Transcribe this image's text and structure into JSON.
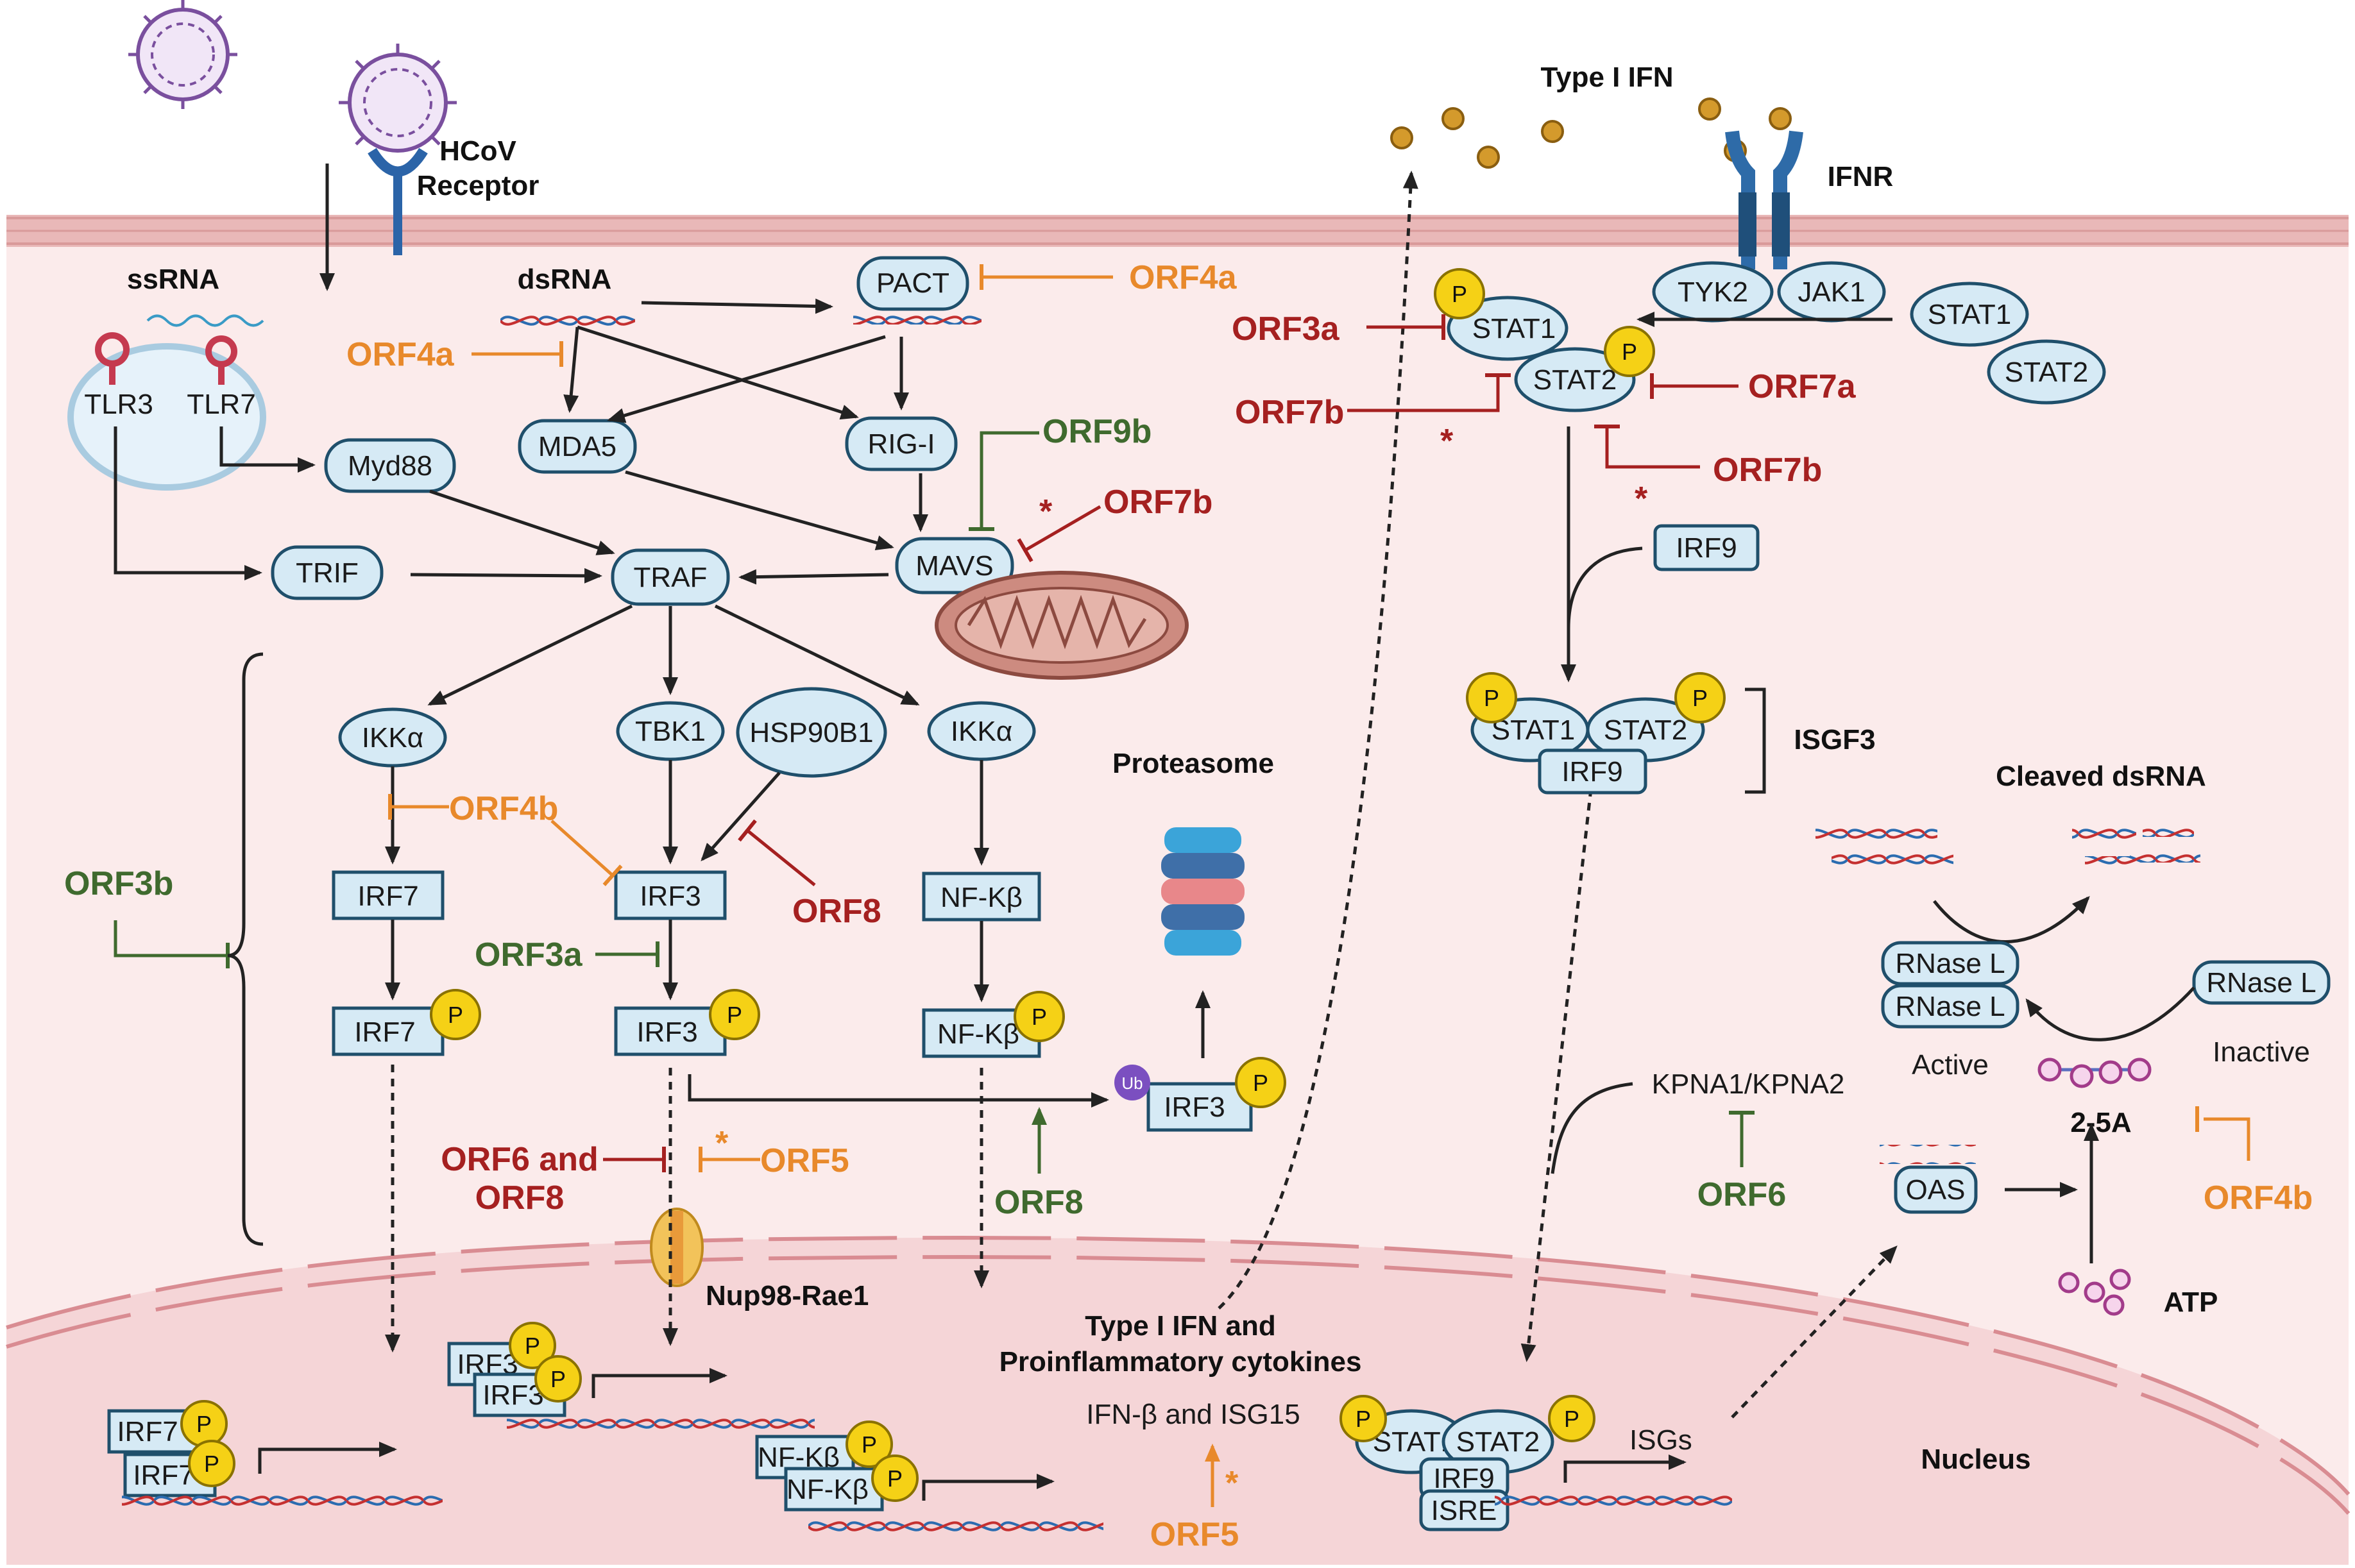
{
  "labels": {
    "hcov_receptor": [
      "HCoV",
      "Receptor"
    ],
    "ssrna": "ssRNA",
    "dsrna": "dsRNA",
    "type1ifn_top": "Type I IFN",
    "ifnr": "IFNR",
    "isgf3": "ISGF3",
    "cleaved_dsrna": "Cleaved dsRNA",
    "proteasome": "Proteasome",
    "active": "Active",
    "inactive": "Inactive",
    "atp": "ATP",
    "two5a": "2-5A",
    "nup98": "Nup98-Rae1",
    "type1ifn_cyto": [
      "Type I IFN and",
      "Proinflammatory cytokines"
    ],
    "ifnb_isg15": "IFN-β and ISG15",
    "isgs": "ISGs",
    "nucleus": "Nucleus",
    "kpna": "KPNA1/KPNA2"
  },
  "nodes": {
    "tlr3": "TLR3",
    "tlr7": "TLR7",
    "pact": "PACT",
    "mda5": "MDA5",
    "rigi": "RIG-I",
    "myd88": "Myd88",
    "trif": "TRIF",
    "traf": "TRAF",
    "mavs": "MAVS",
    "ikka1": "IKKα",
    "tbk1": "TBK1",
    "hsp90b1": "HSP90B1",
    "ikka2": "IKKα",
    "irf7": "IRF7",
    "irf3": "IRF3",
    "nfkb": "NF-Kβ",
    "irf7p": "IRF7",
    "irf3p": "IRF3",
    "nfkbp": "NF-Kβ",
    "irf3ub": "IRF3",
    "ub": "Ub",
    "tyk2": "TYK2",
    "jak1": "JAK1",
    "stat1_free": "STAT1",
    "stat2_free": "STAT2",
    "stat1_p": "STAT1",
    "stat2_p": "STAT2",
    "irf9": "IRF9",
    "isgf3_stat1": "STAT1",
    "isgf3_stat2": "STAT2",
    "isgf3_irf9": "IRF9",
    "rnasel_a1": "RNase L",
    "rnasel_a2": "RNase L",
    "rnasel_in": "RNase L",
    "oas": "OAS",
    "nuc_irf7a": "IRF7",
    "nuc_irf7b": "IRF7",
    "nuc_irf3a": "IRF3",
    "nuc_irf3b": "IRF3",
    "nuc_nfkba": "NF-Kβ",
    "nuc_nfkbb": "NF-Kβ",
    "nuc_stat1": "STAT1",
    "nuc_stat2": "STAT2",
    "nuc_irf9": "IRF9",
    "nuc_isre": "ISRE",
    "p": "P"
  },
  "orfs": {
    "orf4a_pact": "ORF4a",
    "orf4a_mda5": "ORF4a",
    "orf9b": "ORF9b",
    "orf7b_mavs": "ORF7b",
    "orf4b_irf3": "ORF4b",
    "orf3b": "ORF3b",
    "orf8_hsp": "ORF8",
    "orf3a_irf3": "ORF3a",
    "orf6_orf8": [
      "ORF6 and",
      "ORF8"
    ],
    "orf5_nup": "ORF5",
    "orf8_ub": "ORF8",
    "orf5_ifn": "ORF5",
    "orf3a_stat1": "ORF3a",
    "orf7b_stat2": "ORF7b",
    "orf7a": "ORF7a",
    "orf7b_stat2b": "ORF7b",
    "orf6_kpna": "ORF6",
    "orf4b_2_5a": "ORF4b",
    "asterisk": "*"
  },
  "colors": {
    "orange": "#E8892B",
    "red": "#A52020",
    "green": "#3F6A2E",
    "node_fill": "#D6EAF5",
    "node_stroke": "#1F4F6B",
    "phospho": "#F5D116",
    "membrane": "#E9B8B8",
    "cytoplasm": "#FBEBEB",
    "nucleus": "#F5D5D7"
  }
}
